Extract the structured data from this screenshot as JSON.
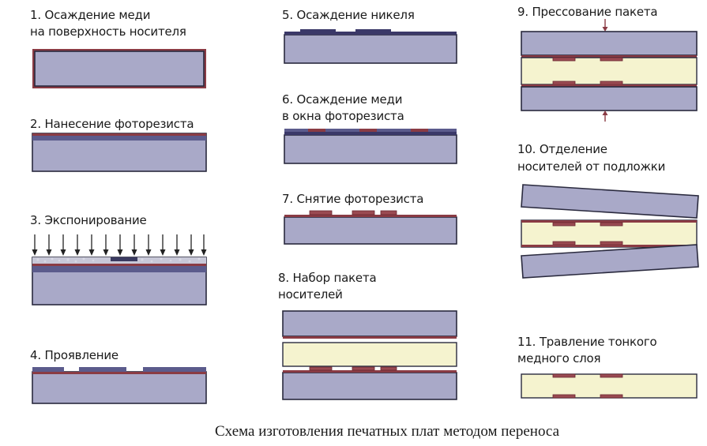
{
  "steps": [
    {
      "num": "1",
      "lines": [
        "1. Осаждение меди",
        "на поверхность носителя"
      ]
    },
    {
      "num": "2",
      "lines": [
        "2. Нанесение фоторезиста"
      ]
    },
    {
      "num": "3",
      "lines": [
        "3. Экспонирование"
      ]
    },
    {
      "num": "4",
      "lines": [
        "4. Проявление"
      ]
    },
    {
      "num": "5",
      "lines": [
        "5. Осаждение никеля"
      ]
    },
    {
      "num": "6",
      "lines": [
        "6. Осаждение меди",
        "в окна фоторезиста"
      ]
    },
    {
      "num": "7",
      "lines": [
        "7. Снятие фоторезиста"
      ]
    },
    {
      "num": "8",
      "lines": [
        "8. Набор пакета",
        "носителей"
      ]
    },
    {
      "num": "9",
      "lines": [
        "9. Прессование пакета"
      ]
    },
    {
      "num": "10",
      "lines": [
        "10. Отделение",
        "носителей от подложки"
      ]
    },
    {
      "num": "11",
      "lines": [
        "11. Травление тонкого",
        "медного слоя"
      ]
    }
  ],
  "caption": "Схема изготовления печатных плат методом переноса",
  "colors": {
    "carrier": "#a9a9c8",
    "copper": "#8a3b44",
    "nickel": "#3a3868",
    "photoresist": "#5b5b8c",
    "laminate": "#f5f3cf"
  }
}
